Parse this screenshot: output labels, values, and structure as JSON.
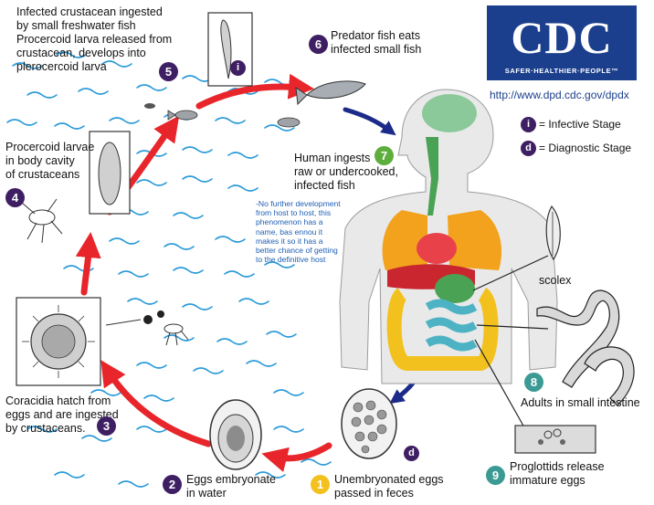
{
  "logo": {
    "text": "CDC",
    "tagline": "SAFER·HEALTHIER·PEOPLE™",
    "url": "http://www.dpd.cdc.gov/dpdx"
  },
  "legend": {
    "infective_symbol": "i",
    "infective_label": "= Infective Stage",
    "diagnostic_symbol": "d",
    "diagnostic_label": "= Diagnostic Stage"
  },
  "stages": [
    {
      "number": "1",
      "label": "Unembryonated eggs\npassed in feces"
    },
    {
      "number": "2",
      "label": "Eggs embryonate\nin water"
    },
    {
      "number": "3",
      "label": "Coracidia hatch from\neggs and are ingested\nby crustaceans."
    },
    {
      "number": "4",
      "label": "Procercoid larvae\nin body cavity\nof crustaceans"
    },
    {
      "number": "5",
      "label": "Infected crustacean ingested\nby small freshwater fish\nProcercoid larva released from\ncrustacean, develops into\nplerocercoid larva"
    },
    {
      "number": "6",
      "label": "Predator fish eats\ninfected small fish"
    },
    {
      "number": "7",
      "label": "Human ingests\nraw or undercooked,\ninfected fish"
    },
    {
      "number": "8",
      "label": "Adults in small intestine"
    },
    {
      "number": "9",
      "label": "Proglottids release\nimmature eggs"
    }
  ],
  "scolex_label": "scolex",
  "stage_markers": {
    "stage5": "i",
    "stage1": "d"
  },
  "annotation": "-No further development\nfrom host to host, this\nphenomenon has a\nname, bas ennou it\nmakes it so it has a\nbetter chance of getting\nto the definitive host",
  "colors": {
    "cycle_arrow": "#e8252a",
    "host_arrow": "#1c2a8a",
    "water": "#2a9ad8",
    "brand": "#1b3f8c",
    "stage_badge": "#3f1f63"
  }
}
